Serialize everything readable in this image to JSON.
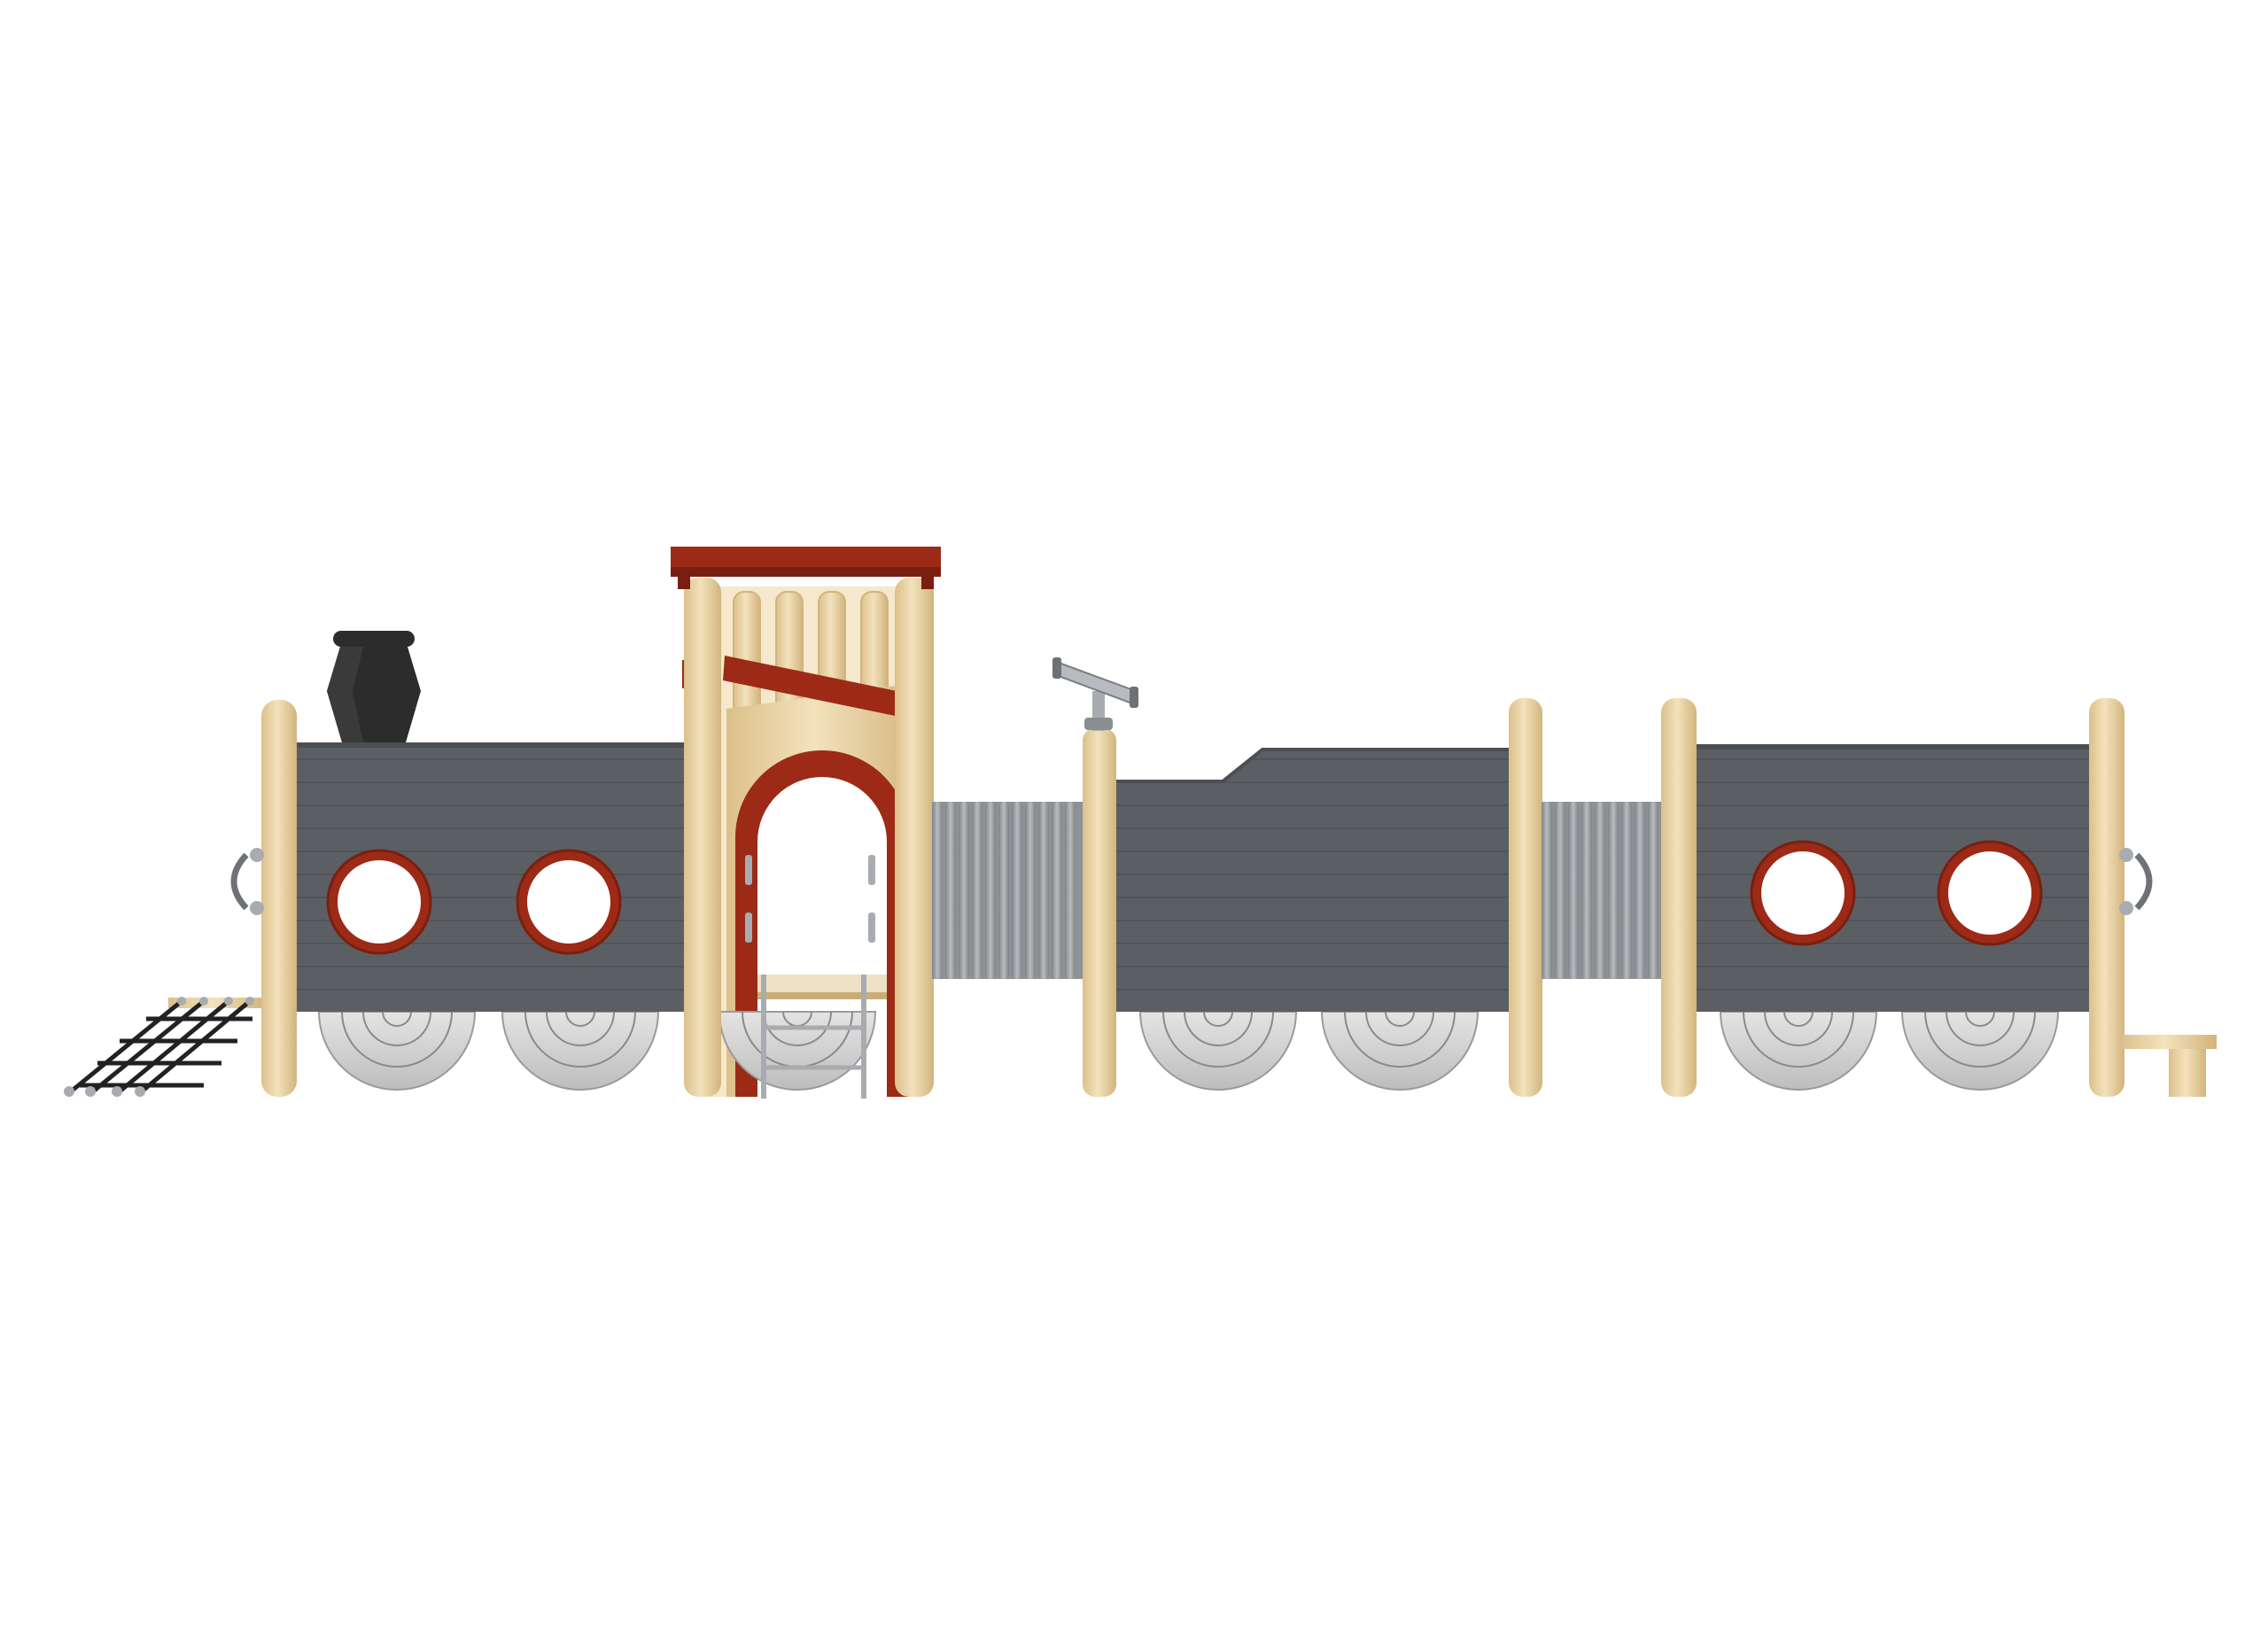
{
  "scene": {
    "subject": "playground-train",
    "background_color": "#ffffff",
    "colors": {
      "body_grey": "#5b5f64",
      "body_grey_dark": "#4b4f54",
      "wheel_light": "#d2d2d2",
      "wheel_line": "#8a8a8a",
      "wood": "#eed9ad",
      "wood_shadow": "#c9ad79",
      "accent_red": "#9c2a16",
      "tunnel_grey": "#9a9da0",
      "chimney_black": "#2c2c2c",
      "steel": "#a8acb0",
      "net_black": "#222222"
    },
    "sections": [
      "locomotive",
      "tunnel-1",
      "middle-car",
      "tunnel-2",
      "rear-car"
    ],
    "icons": [
      "chimney-icon",
      "telescope-icon",
      "climbing-net-icon",
      "ladder-icon"
    ]
  }
}
